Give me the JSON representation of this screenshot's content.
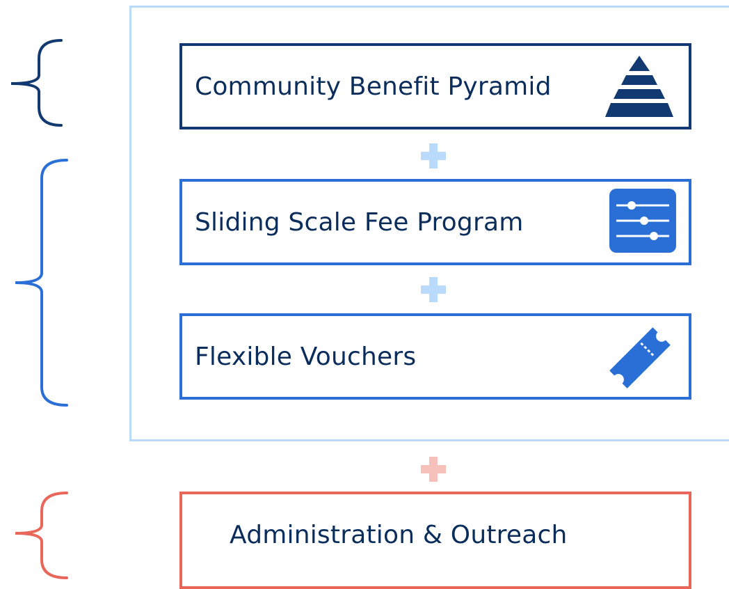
{
  "diagram": {
    "components": [
      {
        "label": "Community Benefit Pyramid",
        "icon": "pyramid-icon",
        "color": "#133a70"
      },
      {
        "label": "Sliding Scale Fee Program",
        "icon": "sliders-icon",
        "color": "#2a6fd6"
      },
      {
        "label": "Flexible Vouchers",
        "icon": "ticket-icon",
        "color": "#2a6fd6"
      },
      {
        "label": "Administration & Outreach",
        "color": "#e8665a"
      }
    ],
    "connector_symbol": "plus-icon",
    "colors": {
      "frame": "#b9dafa",
      "plus_blue": "#b9dafa",
      "plus_red": "#f6c1ba",
      "brace_navy": "#133a70",
      "brace_blue": "#2a6fd6",
      "brace_red": "#e8665a"
    }
  }
}
